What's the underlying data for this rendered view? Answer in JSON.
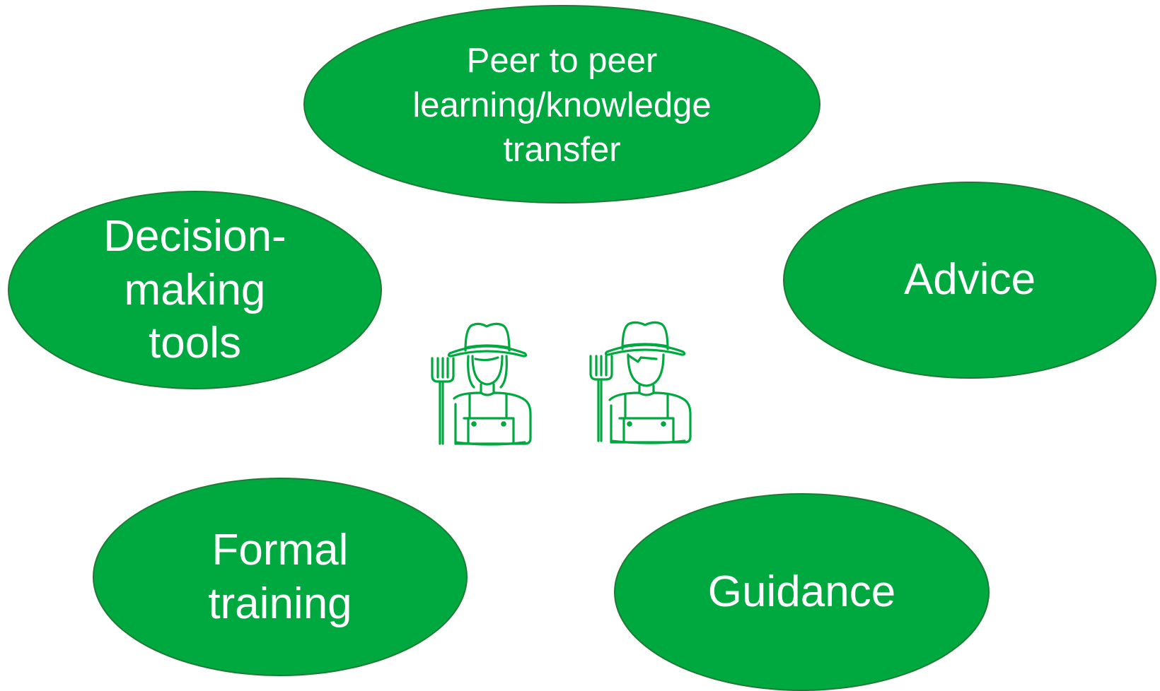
{
  "diagram": {
    "accent_color": "#00a940",
    "outline_color": "#1d7a34",
    "text_color": "#ffffff",
    "bubbles": [
      {
        "id": "peer",
        "lines": [
          "Peer to peer",
          "learning/knowledge",
          "transfer"
        ]
      },
      {
        "id": "decision",
        "lines": [
          "Decision-",
          "making",
          "tools"
        ]
      },
      {
        "id": "advice",
        "lines": [
          "Advice"
        ]
      },
      {
        "id": "formal",
        "lines": [
          "Formal",
          "training"
        ]
      },
      {
        "id": "guidance",
        "lines": [
          "Guidance"
        ]
      }
    ],
    "icons": [
      "female-farmer-icon",
      "male-farmer-icon"
    ]
  }
}
